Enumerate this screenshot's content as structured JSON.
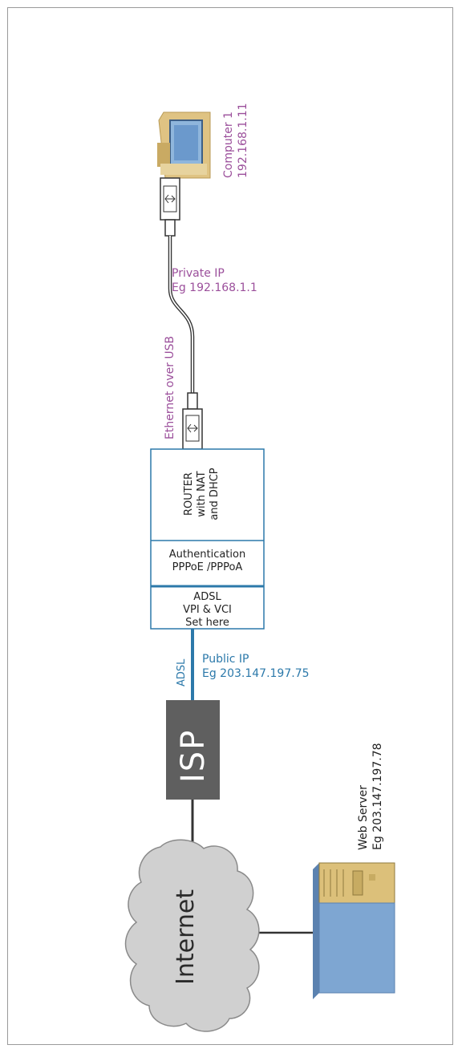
{
  "computer": {
    "name": "Computer 1",
    "ip": "192.168.1.11"
  },
  "private_ip": {
    "title": "Private IP",
    "value": "Eg 192.168.1.1"
  },
  "cable_label": "Ethernet over USB",
  "router": {
    "top_lines": [
      "ROUTER",
      "with NAT",
      "and DHCP"
    ],
    "auth_lines": [
      "Authentication",
      "PPPoE /PPPoA"
    ],
    "adsl_lines": [
      "ADSL",
      "VPI & VCI",
      "Set here"
    ]
  },
  "adsl_link_label": "ADSL",
  "public_ip": {
    "title": "Public IP",
    "value": "Eg 203.147.197.75"
  },
  "isp_label": "ISP",
  "internet_label": "Internet",
  "web_server": {
    "name": "Web Server",
    "ip": "Eg 203.147.197.78"
  },
  "colors": {
    "router_border": "#2c79aa",
    "private_text": "#9b4f9b",
    "public_text": "#2c79aa",
    "isp_fill": "#5f5f5f",
    "cloud_fill": "#d0d0d0",
    "server_gold": "#dcc07a",
    "server_blue": "#7ea6d2"
  }
}
